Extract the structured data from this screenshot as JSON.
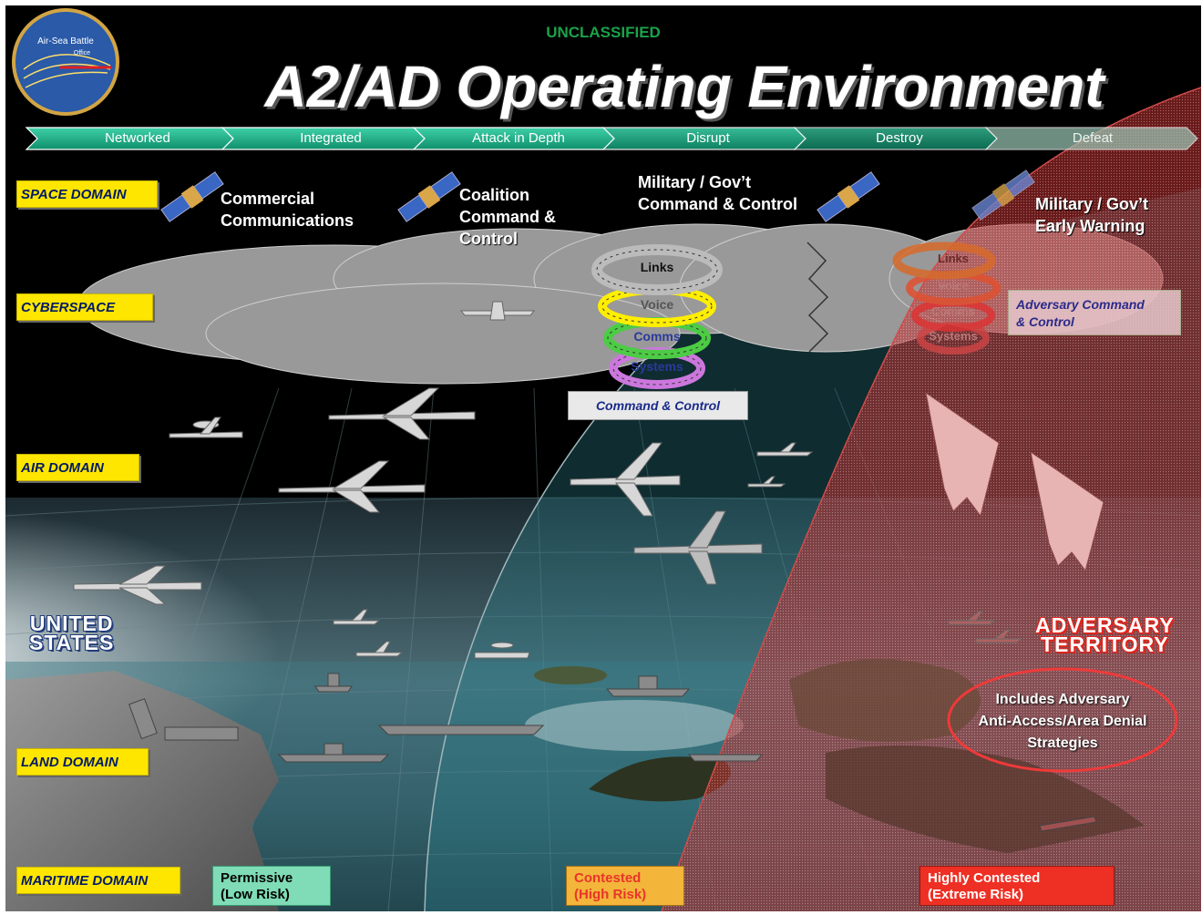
{
  "header": {
    "classification": "UNCLASSIFIED",
    "title": "A2/AD Operating Environment",
    "logo_text": "Air-Sea Battle Office"
  },
  "stages": [
    "Networked",
    "Integrated",
    "Attack in Depth",
    "Disrupt",
    "Destroy",
    "Defeat"
  ],
  "domains": {
    "space": "SPACE DOMAIN",
    "cyberspace": "CYBERSPACE",
    "air": "AIR DOMAIN",
    "land": "LAND DOMAIN",
    "maritime": "MARITIME DOMAIN"
  },
  "space_labels": {
    "commercial": [
      "Commercial",
      "Communications"
    ],
    "coalition": [
      "Coalition",
      "Command &",
      "Control"
    ],
    "military_c2": [
      "Military / Gov’t",
      "Command & Control"
    ],
    "early_warning": [
      "Military / Gov’t",
      "Early Warning"
    ]
  },
  "c2_rings": [
    "Links",
    "Voice",
    "Comms",
    "Systems"
  ],
  "adversary_rings": [
    "Links",
    "Voice",
    "Comms",
    "Systems"
  ],
  "c2_box": "Command & Control",
  "adversary_c2": [
    "Adversary Command",
    "& Control"
  ],
  "territories": {
    "us": [
      "UNITED",
      "STATES"
    ],
    "adversary": [
      "ADVERSARY",
      "TERRITORY"
    ]
  },
  "includes": [
    "Includes Adversary",
    "Anti-Access/Area Denial",
    "Strategies"
  ],
  "risk_levels": {
    "permissive": [
      "Permissive",
      "(Low Risk)"
    ],
    "contested": [
      "Contested",
      "(High Risk)"
    ],
    "highly_contested": [
      "Highly Contested",
      "(Extreme Risk)"
    ]
  },
  "colors": {
    "classification": "#1aa24a",
    "stage_arrow": "#1aa584",
    "domain_label_bg": "#ffe600",
    "adversary_zone": "#b82a2a",
    "contested_zone": "#2e6f7a",
    "ring_links": "#bbbbbb",
    "ring_voice": "#ffee00",
    "ring_comms": "#4ccc44",
    "ring_systems": "#cc77dd"
  },
  "icons": [
    "satellite-icon",
    "bomber-icon",
    "fighter-jet-icon",
    "cargo-plane-icon",
    "awacs-icon",
    "uav-icon",
    "ship-icon",
    "submarine-icon",
    "stealth-bomber-icon"
  ]
}
